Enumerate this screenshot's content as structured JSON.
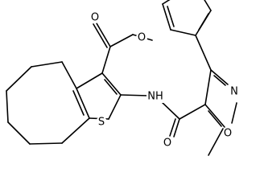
{
  "molecule": {
    "atoms": {
      "o_carbonyl_ester": "O",
      "o_ester": "O",
      "s_thiophene": "S",
      "n_amide": "NH",
      "o_amide": "O",
      "n_isoxazole": "N",
      "o_isoxazole": "O"
    },
    "colors": {
      "bond": "#000000",
      "label": "#000000",
      "background": "#ffffff"
    }
  }
}
